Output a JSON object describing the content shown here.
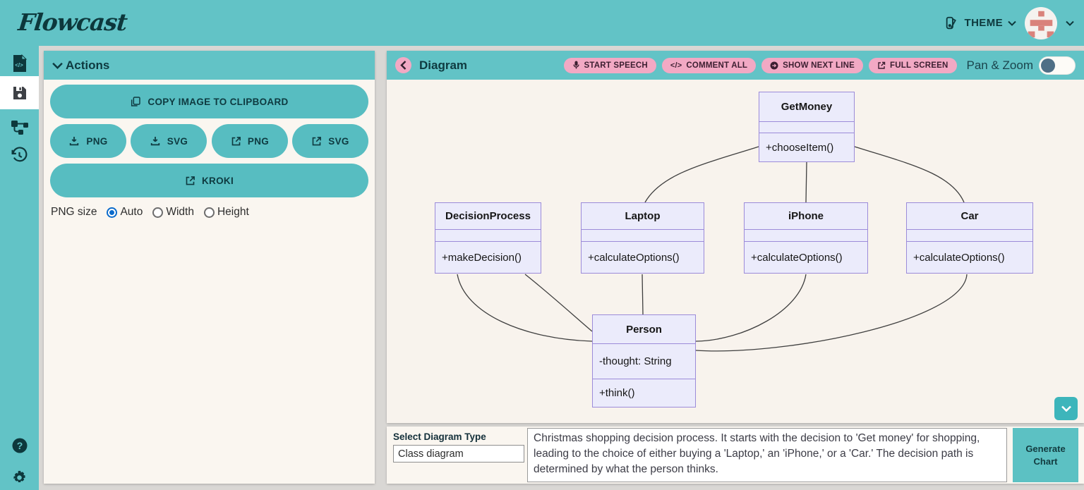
{
  "colors": {
    "teal_header": "#62c3c6",
    "teal_button": "#57bdc1",
    "pink_button": "#f2a9c4",
    "panel_bg": "#faf6f0",
    "canvas_bg": "#f8f3ed",
    "class_fill": "#ebebfb",
    "class_border": "#9c8bd9",
    "dark_text": "#0e3a40",
    "radio_selected": "#0b6bcb",
    "avatar_coral": "#d9827b"
  },
  "header": {
    "logo": "Flowcast",
    "theme_label": "THEME"
  },
  "sidebar": {
    "items": [
      {
        "icon": "code-file-icon",
        "active": false
      },
      {
        "icon": "save-icon",
        "active": true
      },
      {
        "icon": "flowchart-icon",
        "active": false
      },
      {
        "icon": "history-icon",
        "active": false
      },
      {
        "icon": "help-icon",
        "active": false
      },
      {
        "icon": "settings-icon",
        "active": false
      }
    ]
  },
  "actions": {
    "title": "Actions",
    "copy_image": "COPY IMAGE TO CLIPBOARD",
    "download_png": "PNG",
    "download_svg": "SVG",
    "open_png": "PNG",
    "open_svg": "SVG",
    "kroki": "KROKI",
    "png_size": {
      "label": "PNG size",
      "options": [
        "Auto",
        "Width",
        "Height"
      ],
      "selected": "Auto"
    }
  },
  "diagram_panel": {
    "title": "Diagram",
    "start_speech": "START SPEECH",
    "comment_all": "COMMENT ALL",
    "show_next_line": "SHOW NEXT LINE",
    "full_screen": "FULL SCREEN",
    "pan_zoom_label": "Pan & Zoom",
    "pan_zoom_enabled": false
  },
  "diagram": {
    "type": "class",
    "classes": [
      {
        "name": "GetMoney",
        "attributes": [],
        "methods": [
          "+chooseItem()"
        ]
      },
      {
        "name": "DecisionProcess",
        "attributes": [],
        "methods": [
          "+makeDecision()"
        ]
      },
      {
        "name": "Laptop",
        "attributes": [],
        "methods": [
          "+calculateOptions()"
        ]
      },
      {
        "name": "iPhone",
        "attributes": [],
        "methods": [
          "+calculateOptions()"
        ]
      },
      {
        "name": "Car",
        "attributes": [],
        "methods": [
          "+calculateOptions()"
        ]
      },
      {
        "name": "Person",
        "attributes": [
          "-thought: String"
        ],
        "methods": [
          "+think()"
        ]
      }
    ],
    "relations": [
      {
        "from": "GetMoney",
        "to": "Laptop"
      },
      {
        "from": "GetMoney",
        "to": "iPhone"
      },
      {
        "from": "GetMoney",
        "to": "Car"
      },
      {
        "from": "DecisionProcess",
        "to": "Person"
      },
      {
        "from": "DecisionProcess",
        "to": "Person"
      },
      {
        "from": "Laptop",
        "to": "Person"
      },
      {
        "from": "iPhone",
        "to": "Person"
      },
      {
        "from": "Car",
        "to": "Person"
      }
    ]
  },
  "bottom_bar": {
    "select_label": "Select Diagram Type",
    "diagram_type_value": "Class diagram",
    "prompt_text": "Christmas shopping decision process. It starts with the decision to 'Get money' for shopping, leading to the choice of either buying a 'Laptop,' an 'iPhone,' or a 'Car.' The decision path is determined by what the person thinks.",
    "generate_label": "Generate Chart"
  }
}
